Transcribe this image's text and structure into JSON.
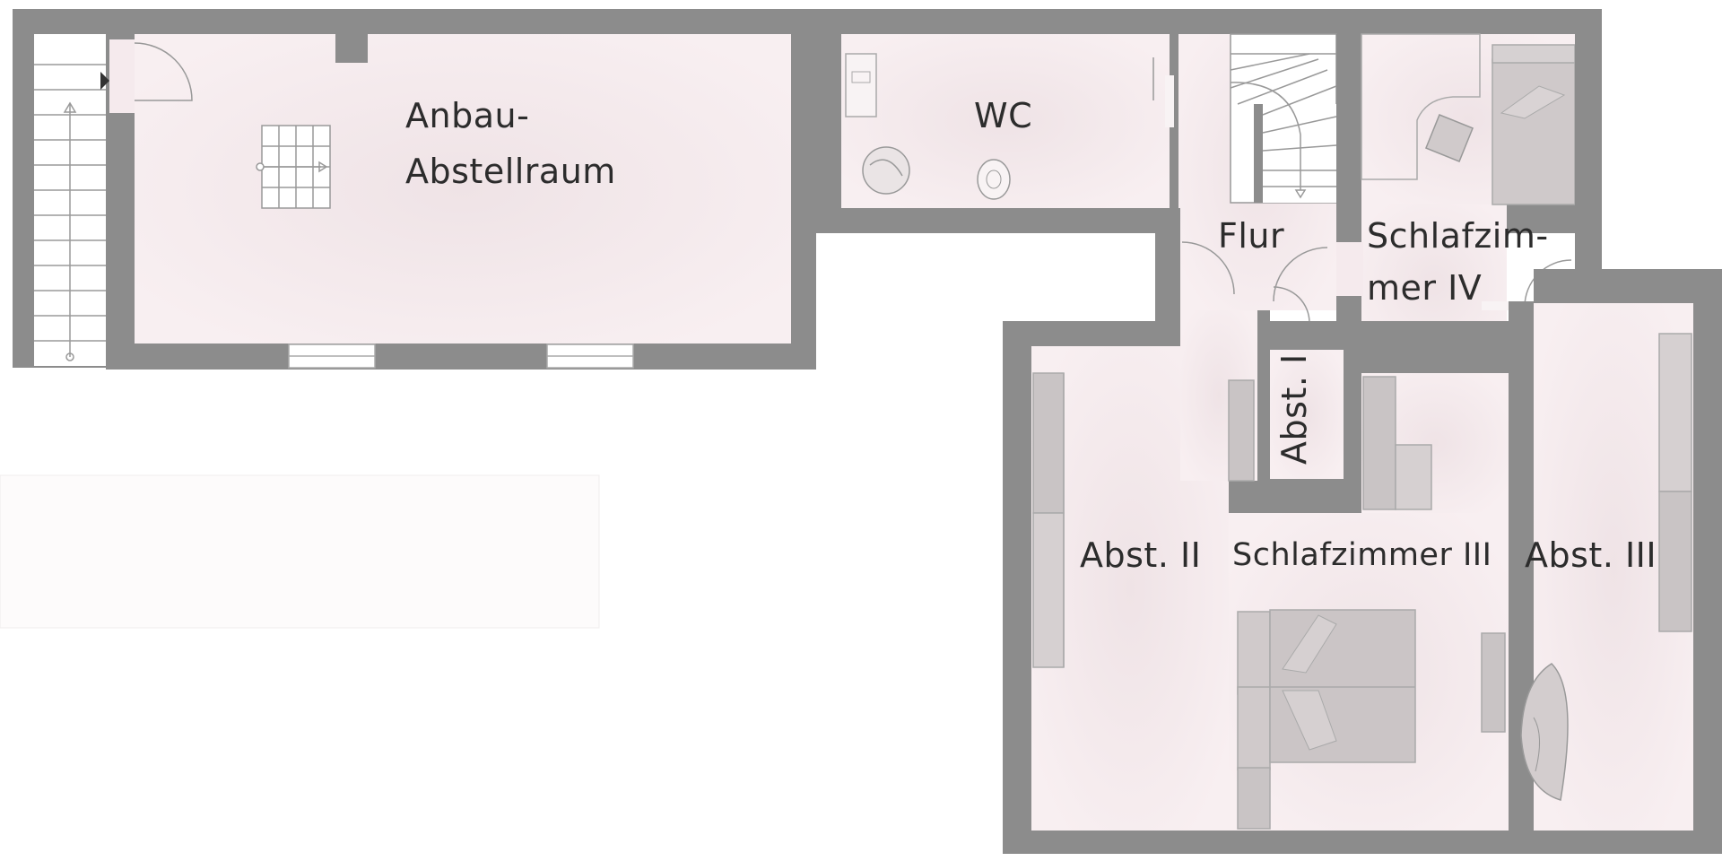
{
  "colors": {
    "wall": "#8c8c8c",
    "wall_dark": "#7a7a7a",
    "floor": "#f5eaed",
    "furniture": "#c9c4c5",
    "text": "#2c2c2c"
  },
  "rooms": {
    "anbau_line1": "Anbau-",
    "anbau_line2": "Abstellraum",
    "wc": "WC",
    "flur": "Flur",
    "schlaf4_line1": "Schlafzim-",
    "schlaf4_line2": "mer IV",
    "abst1": "Abst. I",
    "abst2": "Abst. II",
    "schlaf3": "Schlafzimmer III",
    "abst3": "Abst. III"
  }
}
